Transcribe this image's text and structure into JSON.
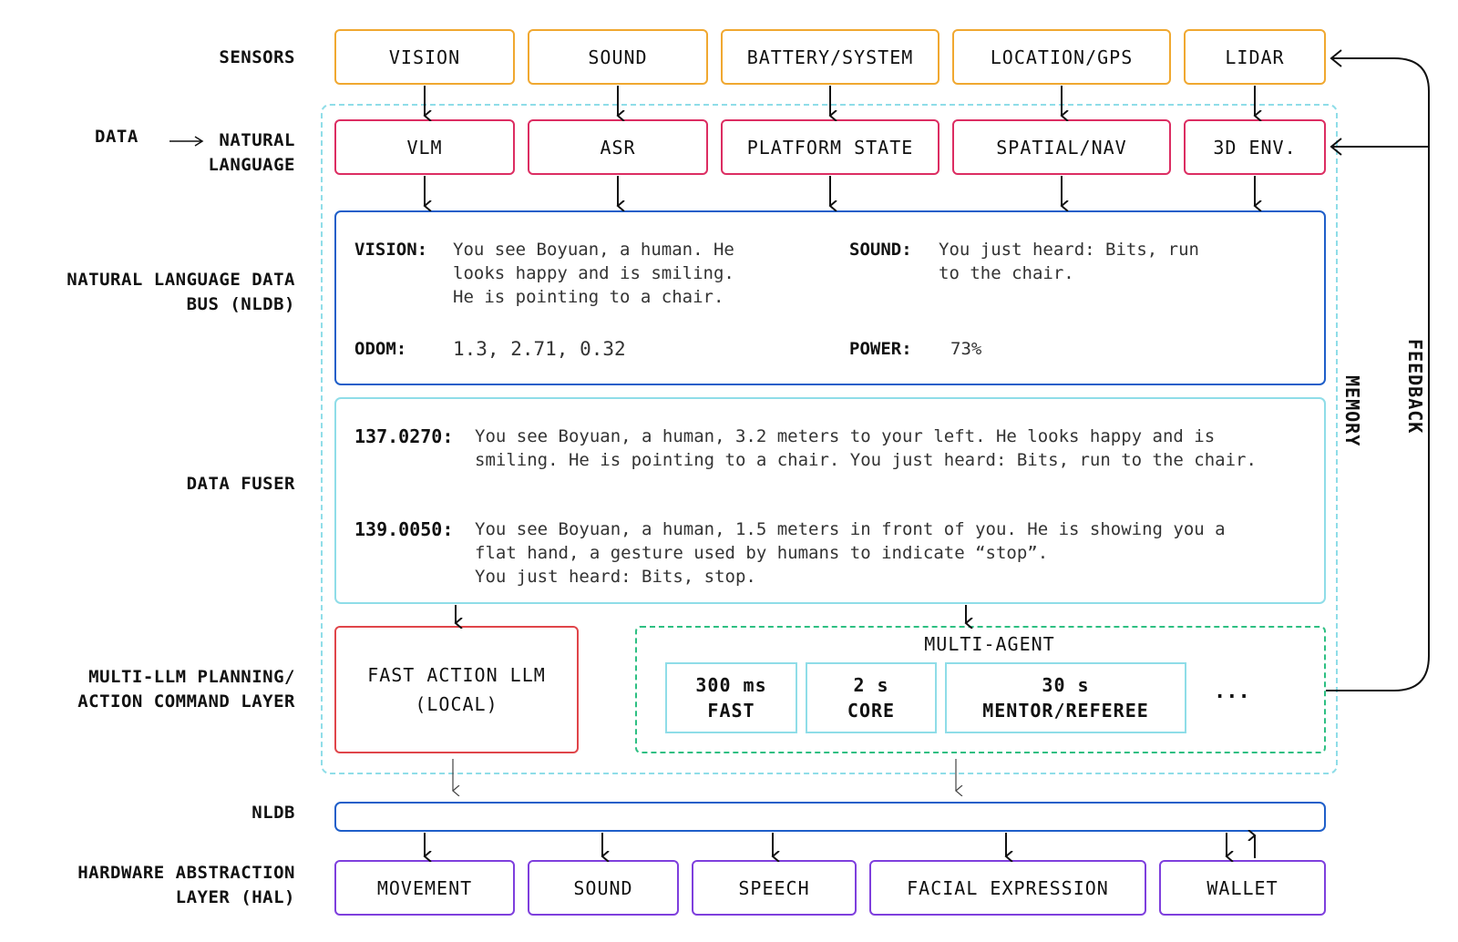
{
  "layers": {
    "sensors": "SENSORS",
    "data": "DATA",
    "natural_language_line1": "NATURAL",
    "natural_language_line2": "LANGUAGE",
    "nldb_line1": "NATURAL LANGUAGE DATA",
    "nldb_line2": "BUS (NLDB)",
    "data_fuser": "DATA FUSER",
    "planning_line1": "MULTI-LLM PLANNING/",
    "planning_line2": "ACTION COMMAND LAYER",
    "nldb": "NLDB",
    "hal_line1": "HARDWARE ABSTRACTION",
    "hal_line2": "LAYER (HAL)"
  },
  "sensors": [
    "VISION",
    "SOUND",
    "BATTERY/SYSTEM",
    "LOCATION/GPS",
    "LIDAR"
  ],
  "processors": [
    "VLM",
    "ASR",
    "PLATFORM STATE",
    "SPATIAL/NAV",
    "3D ENV."
  ],
  "nldb_bus": {
    "vision_key": "VISION:",
    "vision_text": "You see Boyuan, a human. He\nlooks happy and is smiling.\nHe is pointing to a chair.",
    "sound_key": "SOUND:",
    "sound_text": "You just heard: Bits, run\nto the chair.",
    "odom_key": "ODOM:",
    "odom_text": "1.3, 2.71, 0.32",
    "power_key": "POWER:",
    "power_text": "73%"
  },
  "fuser": {
    "entry1_time": "137.0270:",
    "entry1_text": "You see Boyuan, a human, 3.2 meters to your left. He looks happy and is\nsmiling. He is pointing to a chair. You just heard: Bits, run to the chair.",
    "entry2_time": "139.0050:",
    "entry2_text": "You see Boyuan, a human, 1.5 meters in front of you. He is showing you a\nflat hand, a gesture used by humans to indicate “stop”.\nYou just heard: Bits, stop."
  },
  "fast_action": {
    "line1": "FAST ACTION LLM",
    "line2": "(LOCAL)"
  },
  "multi_agent": {
    "title": "MULTI-AGENT",
    "agents": [
      {
        "time": "300 ms",
        "role": "FAST"
      },
      {
        "time": "2 s",
        "role": "CORE"
      },
      {
        "time": "30 s",
        "role": "MENTOR/REFEREE"
      }
    ],
    "ellipsis": "..."
  },
  "memory_label": "MEMORY",
  "feedback_label": "FEEDBACK",
  "hal": [
    "MOVEMENT",
    "SOUND",
    "SPEECH",
    "FACIAL EXPRESSION",
    "WALLET"
  ],
  "colors": {
    "sensor": "#f0a830",
    "processor": "#dc2d62",
    "nldb": "#1f5fc9",
    "memory": "#8fdde8",
    "fast_action": "#e0454a",
    "multi_agent": "#2dbf82",
    "hal": "#7e3fdd"
  }
}
